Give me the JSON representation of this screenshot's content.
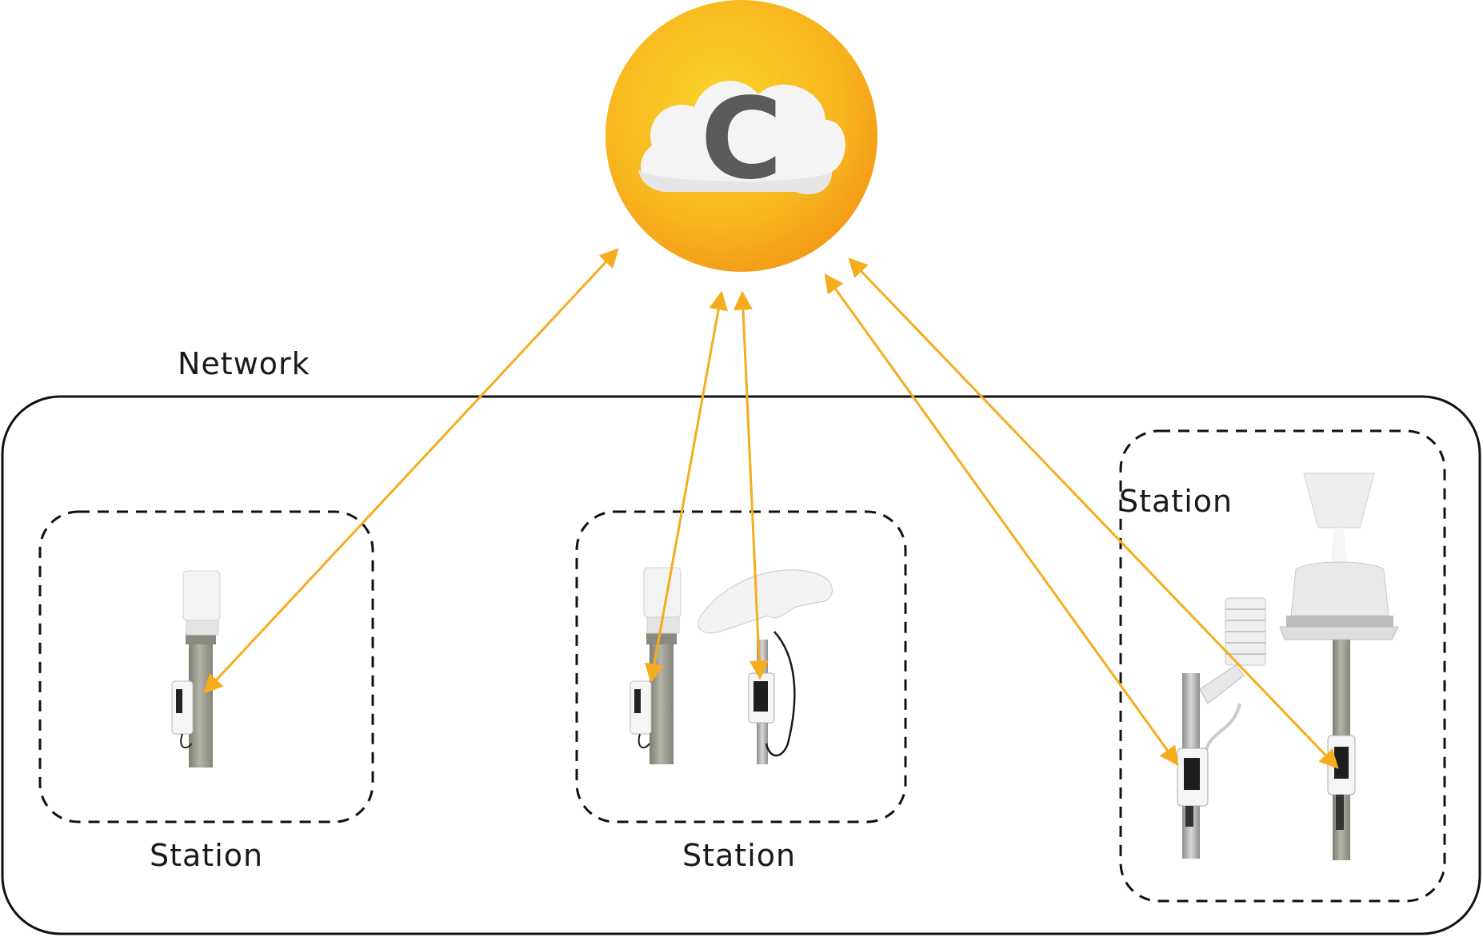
{
  "labels": {
    "network": "Network",
    "station_left": "Station",
    "station_middle": "Station",
    "station_right": "Station"
  },
  "cloud_service": {
    "letter": "C",
    "icon": "cloud-icon",
    "colors": {
      "circle_outer": "#f6a01a",
      "circle_inner": "#f9c924",
      "cloud": "#f4f4f4",
      "letter": "#5a5a5a"
    }
  },
  "colors": {
    "arrow": "#f5ad1e",
    "border": "#111111",
    "device_white": "#f3f3f3",
    "pole": "#9a9a8e"
  },
  "devices": [
    {
      "station": "left",
      "icon": "wind-sensor-logger-icon"
    },
    {
      "station": "middle",
      "icon": "wind-sensor-logger-icon"
    },
    {
      "station": "middle",
      "icon": "radiation-sensor-logger-icon"
    },
    {
      "station": "right",
      "icon": "temperature-shield-logger-icon"
    },
    {
      "station": "right",
      "icon": "rain-gauge-logger-icon"
    }
  ]
}
